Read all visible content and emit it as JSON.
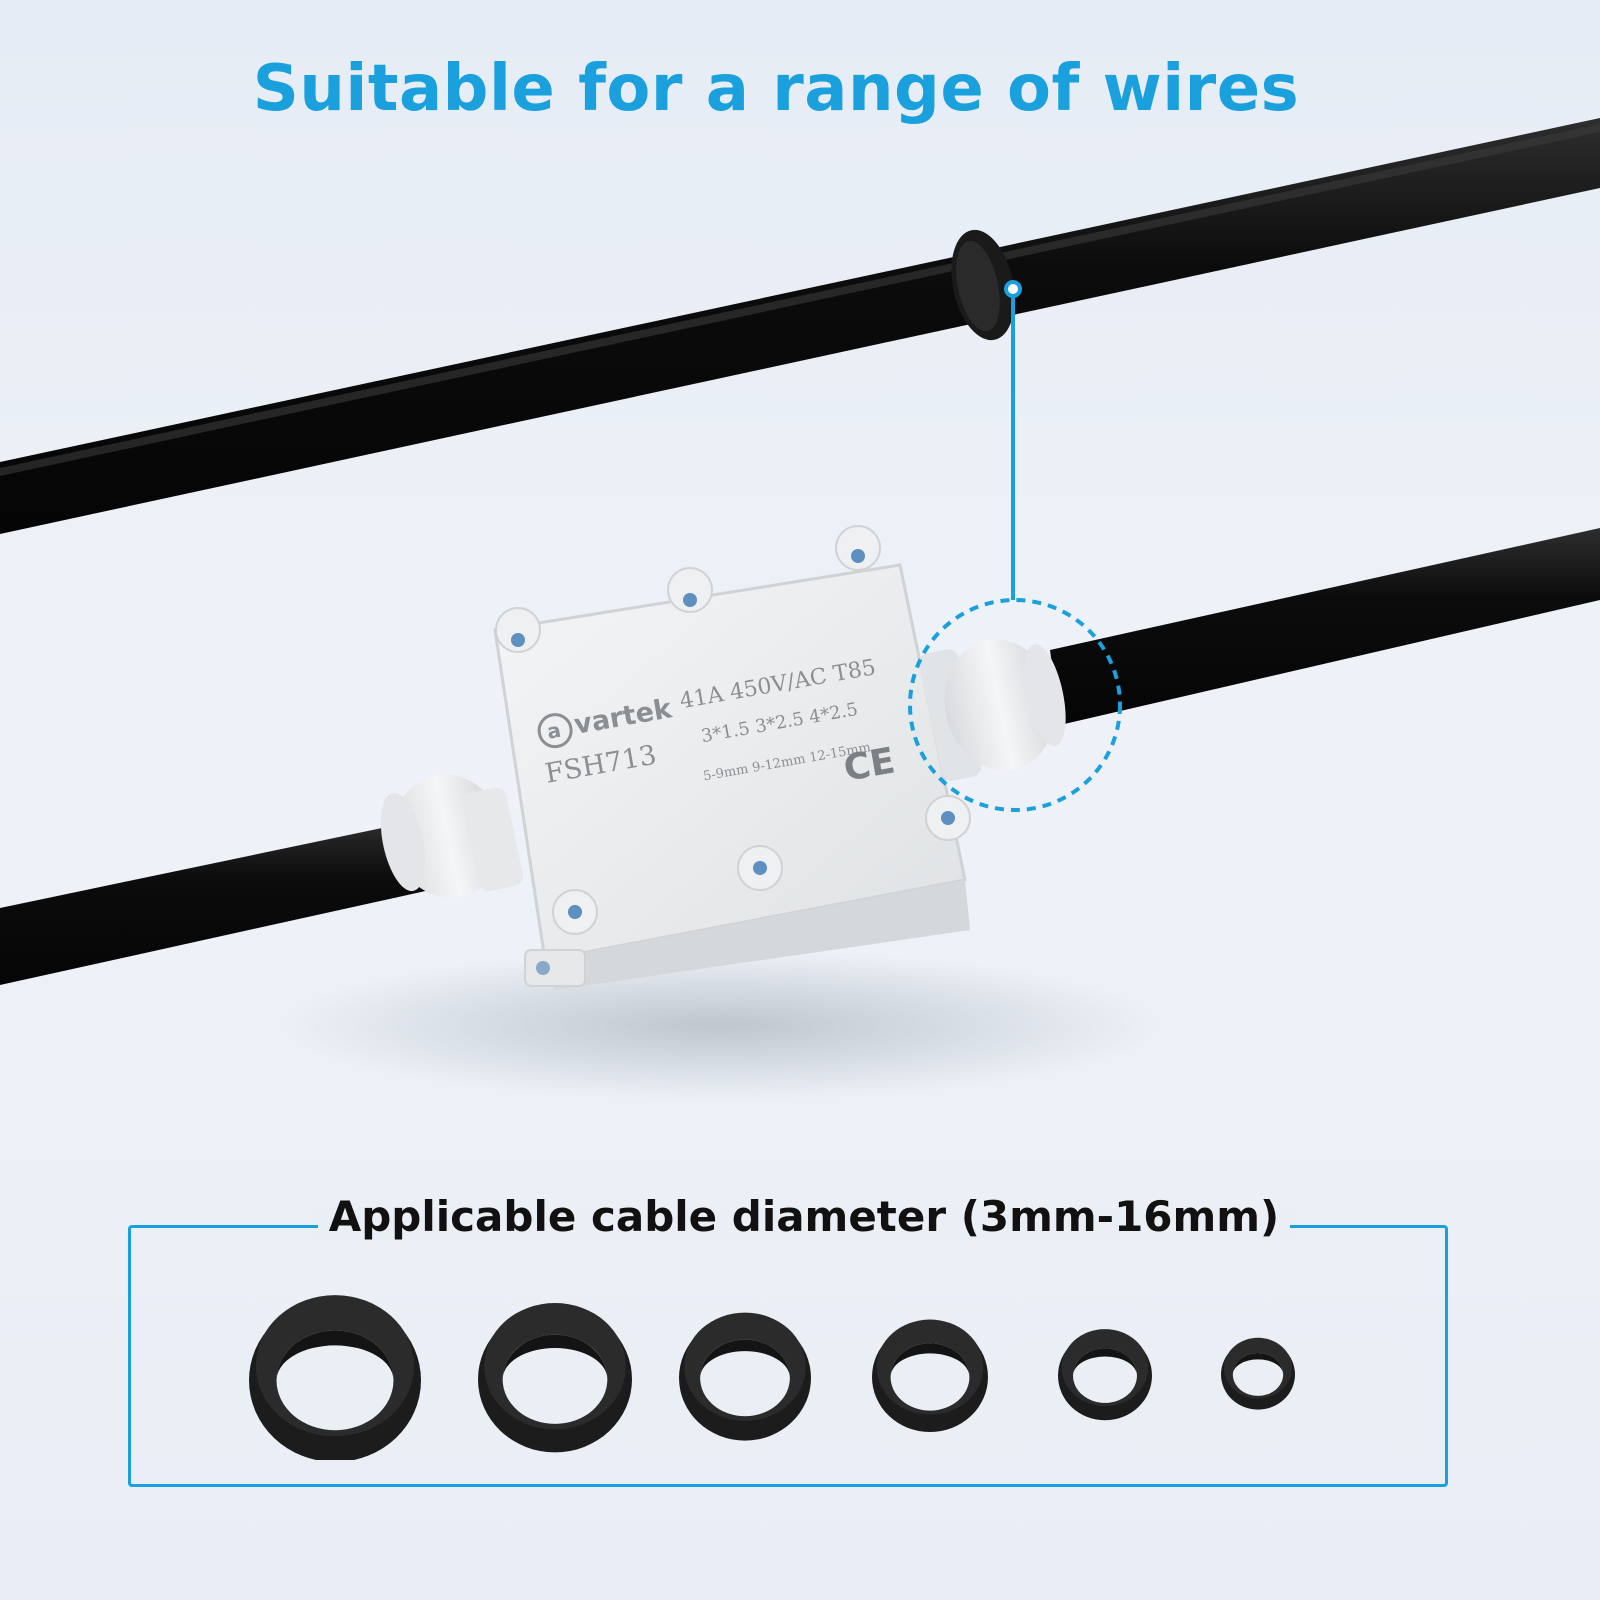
{
  "headline": "Suitable for a range of wires",
  "colors": {
    "accent": "#1aa0dc",
    "background": "#eaeff6",
    "cable": "#0d0d0d",
    "housing": "#eceeef",
    "ring": "#1c1c1c"
  },
  "junction_box": {
    "brand": "vartek",
    "model": "FSH713",
    "rating": "41A 450V/AC T85",
    "wire_spec": "3*1.5 3*2.5 4*2.5",
    "cable_spec": "5-9mm 9-12mm 12-15mm",
    "certification": "CE"
  },
  "panel": {
    "title": "Applicable cable diameter (3mm-16mm)",
    "ring_count": 6
  },
  "icons": [
    "brand-logo-icon",
    "ce-mark-icon",
    "detail-callout-icon"
  ]
}
